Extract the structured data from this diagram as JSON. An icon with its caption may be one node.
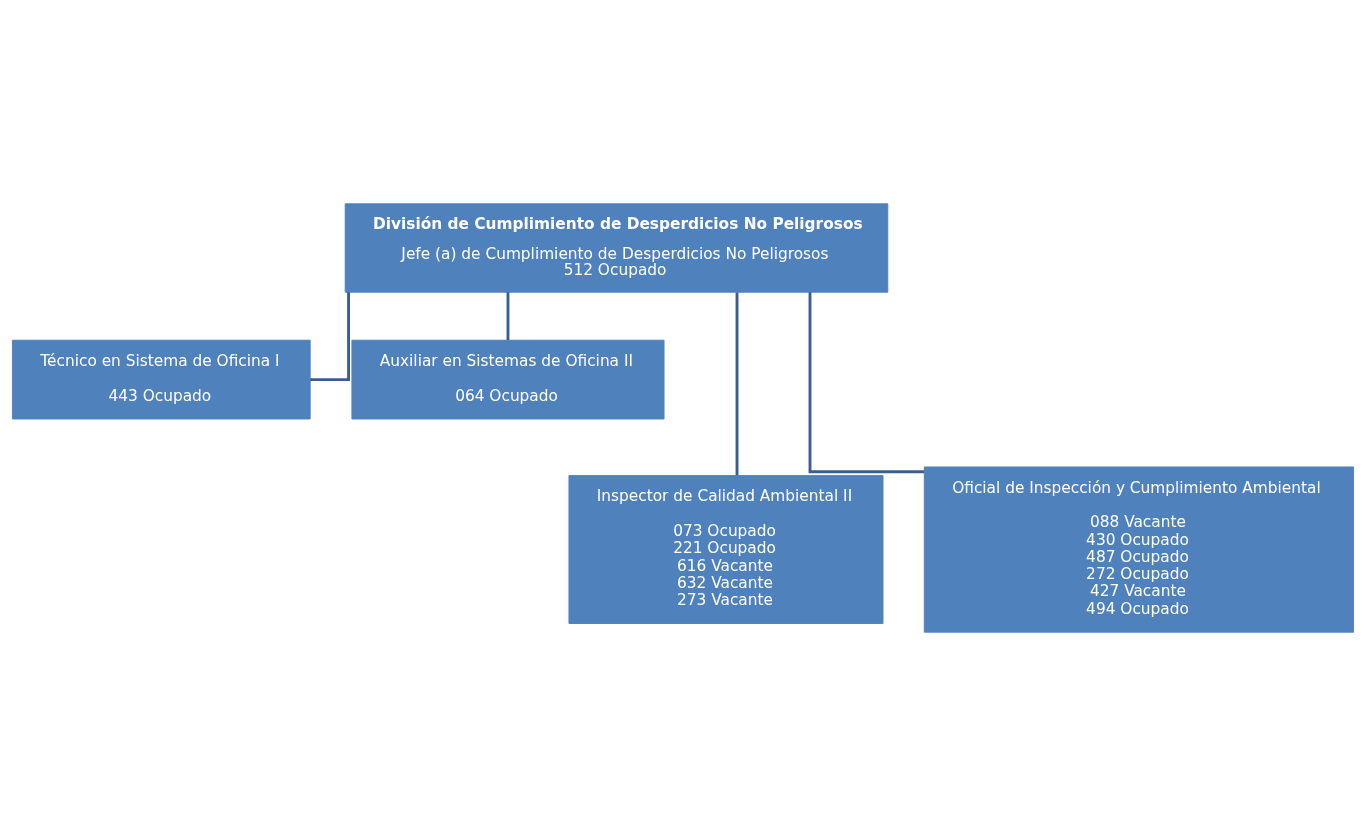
{
  "diagram": {
    "nodes": [
      {
        "text": [
          "División de Cumplimiento de Desperdicios No Peligrosos",
          "Jefe (a) de Cumplimiento de Desperdicios No Peligrosos",
          "512 Ocupado"
        ]
      },
      {
        "text": [
          "Técnico en Sistema de Oficina I",
          "443 Ocupado"
        ]
      },
      {
        "text": [
          "Auxiliar en Sistemas de Oficina II",
          "064 Ocupado"
        ]
      },
      {
        "text": [
          "Inspector de Calidad Ambiental II",
          "073 Ocupado",
          "221 Ocupado",
          "616 Vacante",
          "632 Vacante",
          "273 Vacante"
        ]
      },
      {
        "text": [
          "Oficial de Inspección y Cumplimiento Ambiental",
          "088 Vacante",
          "430 Ocupado",
          "487 Ocupado",
          "272 Ocupado",
          "427 Vacante",
          "494 Ocupado"
        ]
      }
    ],
    "edges": [
      {
        "from": 0,
        "to": 1,
        "arrow": "none"
      },
      {
        "from": 0,
        "to": 2,
        "arrow": "none"
      },
      {
        "from": 0,
        "to": 3,
        "arrow": "none"
      },
      {
        "from": 0,
        "to": 4,
        "arrow": "none"
      }
    ]
  }
}
